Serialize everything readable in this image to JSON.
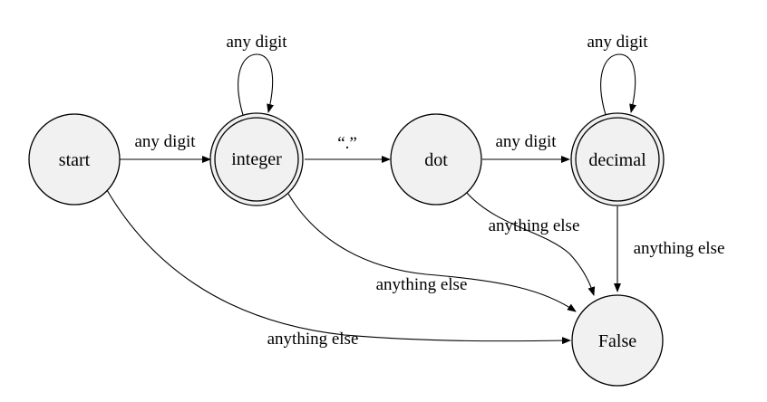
{
  "states": {
    "start": "start",
    "integer": "integer",
    "dot": "dot",
    "decimal": "decimal",
    "false": "False"
  },
  "transitions": {
    "start_to_integer": "any digit",
    "integer_loop": "any digit",
    "integer_to_dot": "“.”",
    "dot_to_decimal": "any digit",
    "decimal_loop": "any digit",
    "dot_to_false": "anything else",
    "decimal_to_false": "anything else",
    "integer_to_false": "anything else",
    "start_to_false": "anything else"
  },
  "accepting_states": [
    "integer",
    "decimal"
  ]
}
